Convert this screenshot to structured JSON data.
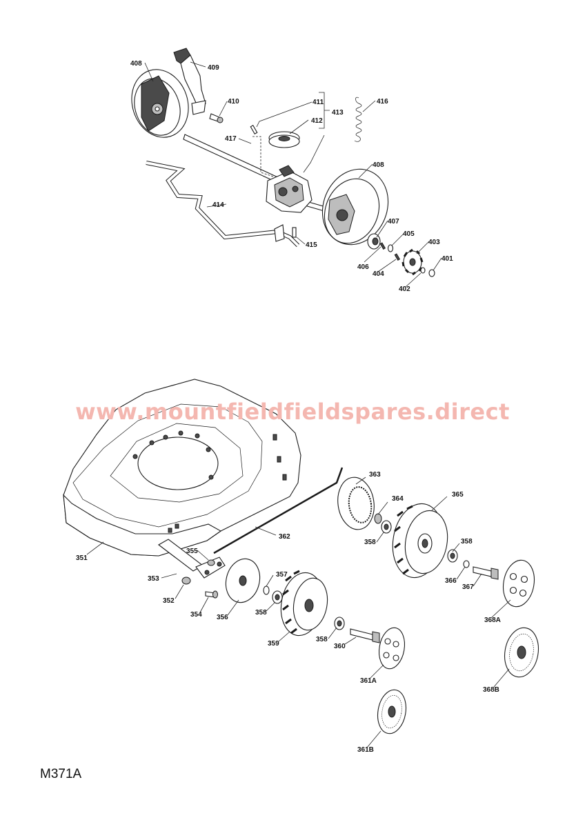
{
  "watermark": "www.mountfieldfieldspares.direct",
  "drawing_code": "M371A",
  "labels": {
    "408a": "408",
    "409": "409",
    "410": "410",
    "411": "411",
    "413": "413",
    "416": "416",
    "412": "412",
    "417": "417",
    "408b": "408",
    "414": "414",
    "407": "407",
    "405": "405",
    "403": "403",
    "401": "401",
    "415": "415",
    "406": "406",
    "404": "404",
    "402": "402",
    "363": "363",
    "364": "364",
    "365": "365",
    "362": "362",
    "358a": "358",
    "358b": "358",
    "351": "351",
    "355": "355",
    "357": "357",
    "353": "353",
    "366": "366",
    "367": "367",
    "352": "352",
    "354": "354",
    "356": "356",
    "358c": "358",
    "368A": "368A",
    "359": "359",
    "358d": "358",
    "360": "360",
    "368B": "368B",
    "361A": "361A",
    "361B": "361B"
  }
}
